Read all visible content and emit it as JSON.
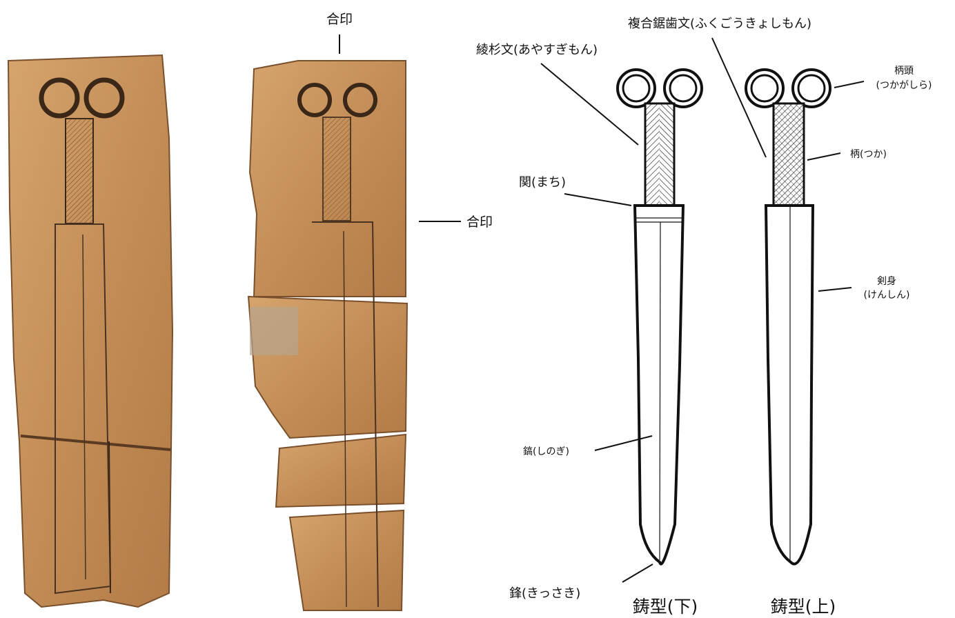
{
  "labels": {
    "aigin_top": "合印",
    "aigin_side": "合印",
    "ayasugi": "綾杉文(あやすぎもん)",
    "fukugo": "複合鋸歯文(ふくごうきょしもん)",
    "tsukagashira_1": "柄頭",
    "tsukagashira_2": "(つかがしら)",
    "tsuka": "柄(つか)",
    "machi": "関(まち)",
    "kenshin_1": "剣身",
    "kenshin_2": "(けんしん)",
    "shinogi": "鎬(しのぎ)",
    "kissaki": "鋒(きっさき)",
    "mold_lower": "鋳型(下)",
    "mold_upper": "鋳型(上)"
  },
  "colors": {
    "stone_base": "#c9955e",
    "stone_dark": "#8a5a32",
    "stone_light": "#dcae7a",
    "ink": "#111111"
  }
}
